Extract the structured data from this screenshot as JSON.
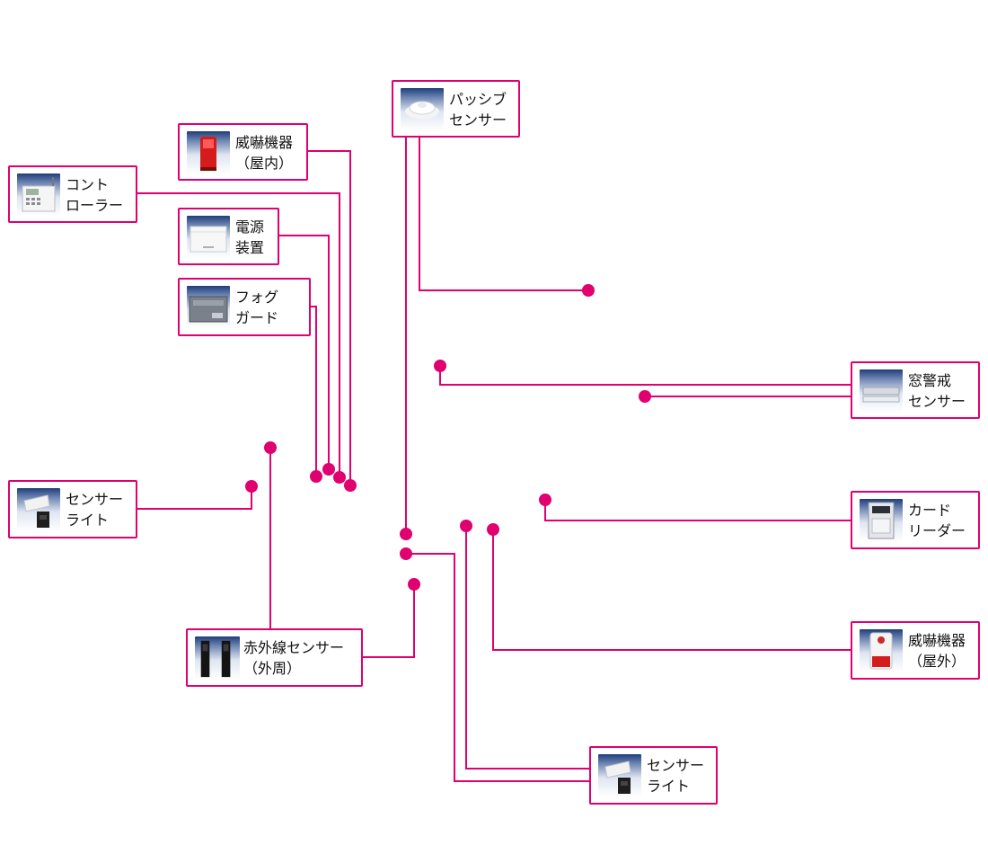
{
  "colors": {
    "wire": "#e0006f",
    "text": "#111111",
    "background": "#ffffff"
  },
  "devices": [
    {
      "key": "passive-sensor",
      "icon": "passive-sensor-icon",
      "lines": [
        "パッシブ",
        "センサー"
      ]
    },
    {
      "key": "intimidator-indoor",
      "icon": "red-strobe-icon",
      "lines": [
        "威嚇機器",
        "（屋内）"
      ]
    },
    {
      "key": "controller",
      "icon": "controller-keypad-icon",
      "lines": [
        "コント",
        "ローラー"
      ]
    },
    {
      "key": "power-supply",
      "icon": "power-box-icon",
      "lines": [
        "電源",
        "装置"
      ]
    },
    {
      "key": "fog-guard",
      "icon": "fog-guard-icon",
      "lines": [
        "フォグ",
        "ガード"
      ]
    },
    {
      "key": "window-sensor",
      "icon": "window-sensor-icon",
      "lines": [
        "窓警戒",
        "センサー"
      ]
    },
    {
      "key": "sensor-light-left",
      "icon": "sensor-light-icon",
      "lines": [
        "センサー",
        "ライト"
      ]
    },
    {
      "key": "card-reader",
      "icon": "card-reader-icon",
      "lines": [
        "カード",
        "リーダー"
      ]
    },
    {
      "key": "infrared-sensor",
      "icon": "infrared-beam-icon",
      "lines": [
        "赤外線センサー",
        "（外周）"
      ]
    },
    {
      "key": "intimidator-outdoor",
      "icon": "outdoor-siren-icon",
      "lines": [
        "威嚇機器",
        "（屋外）"
      ]
    },
    {
      "key": "sensor-light-bottom",
      "icon": "sensor-light-icon",
      "lines": [
        "センサー",
        "ライト"
      ]
    }
  ]
}
